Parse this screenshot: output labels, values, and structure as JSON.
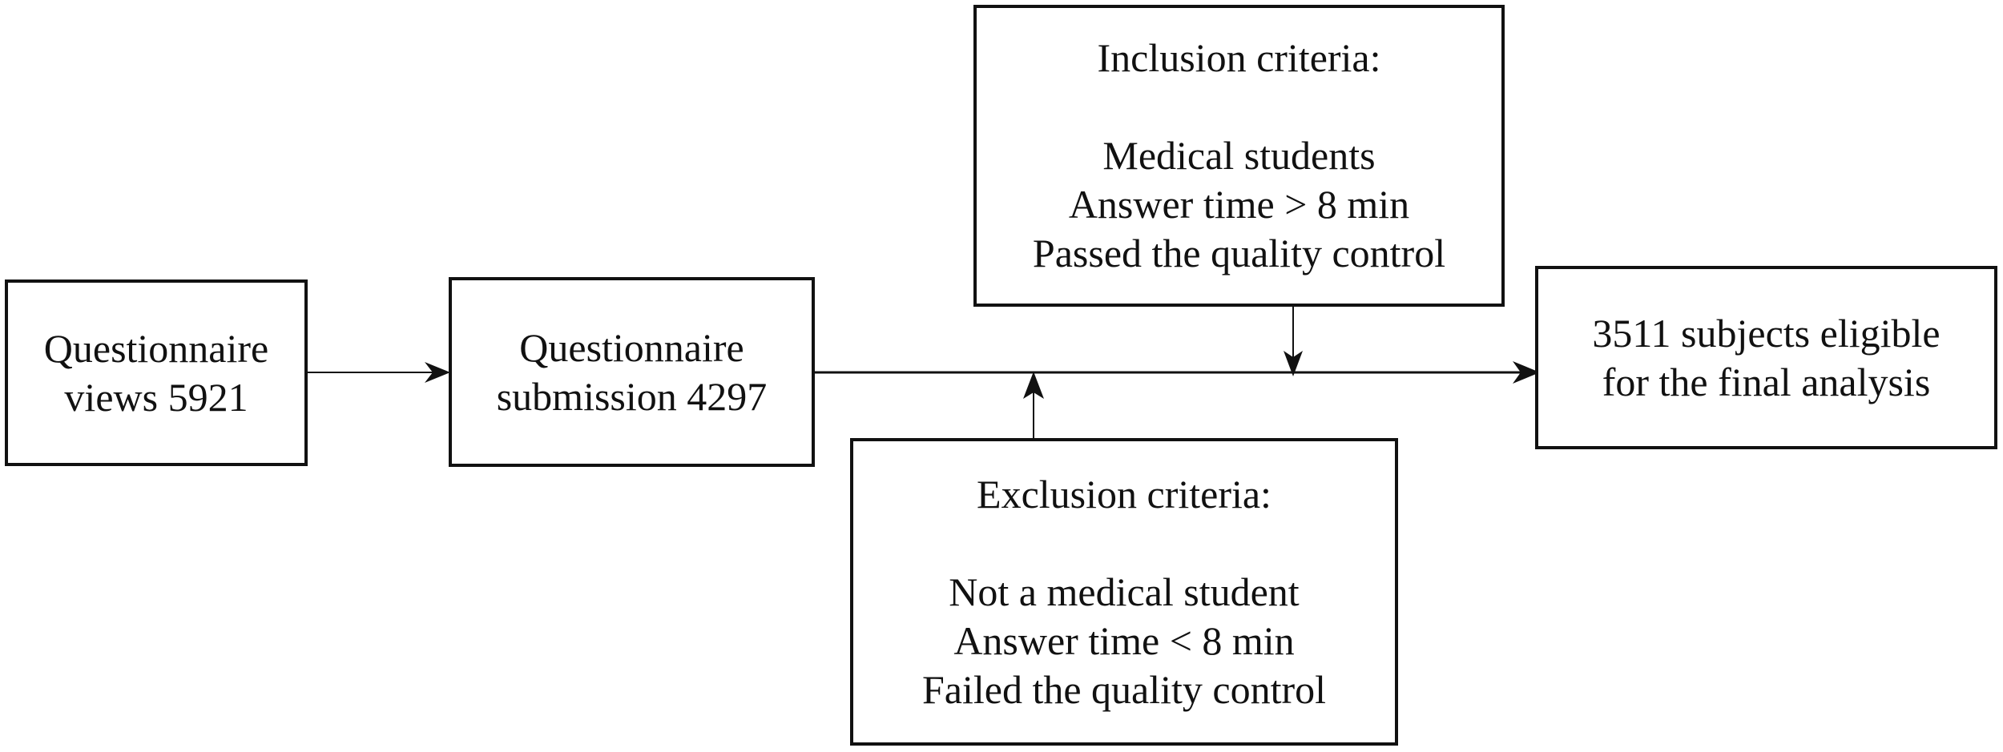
{
  "nodes": {
    "views": {
      "lines": [
        "Questionnaire",
        "views 5921"
      ]
    },
    "submission": {
      "lines": [
        "Questionnaire",
        "submission 4297"
      ]
    },
    "inclusion": {
      "heading": "Inclusion criteria:",
      "items": [
        "Medical students",
        "Answer time > 8 min",
        "Passed the quality control"
      ]
    },
    "exclusion": {
      "heading": "Exclusion criteria:",
      "items": [
        "Not a medical student",
        "Answer time < 8 min",
        "Failed the quality control"
      ]
    },
    "final": {
      "lines": [
        "3511 subjects eligible",
        "for the final analysis"
      ]
    }
  },
  "colors": {
    "stroke": "#111111",
    "background": "#ffffff"
  }
}
